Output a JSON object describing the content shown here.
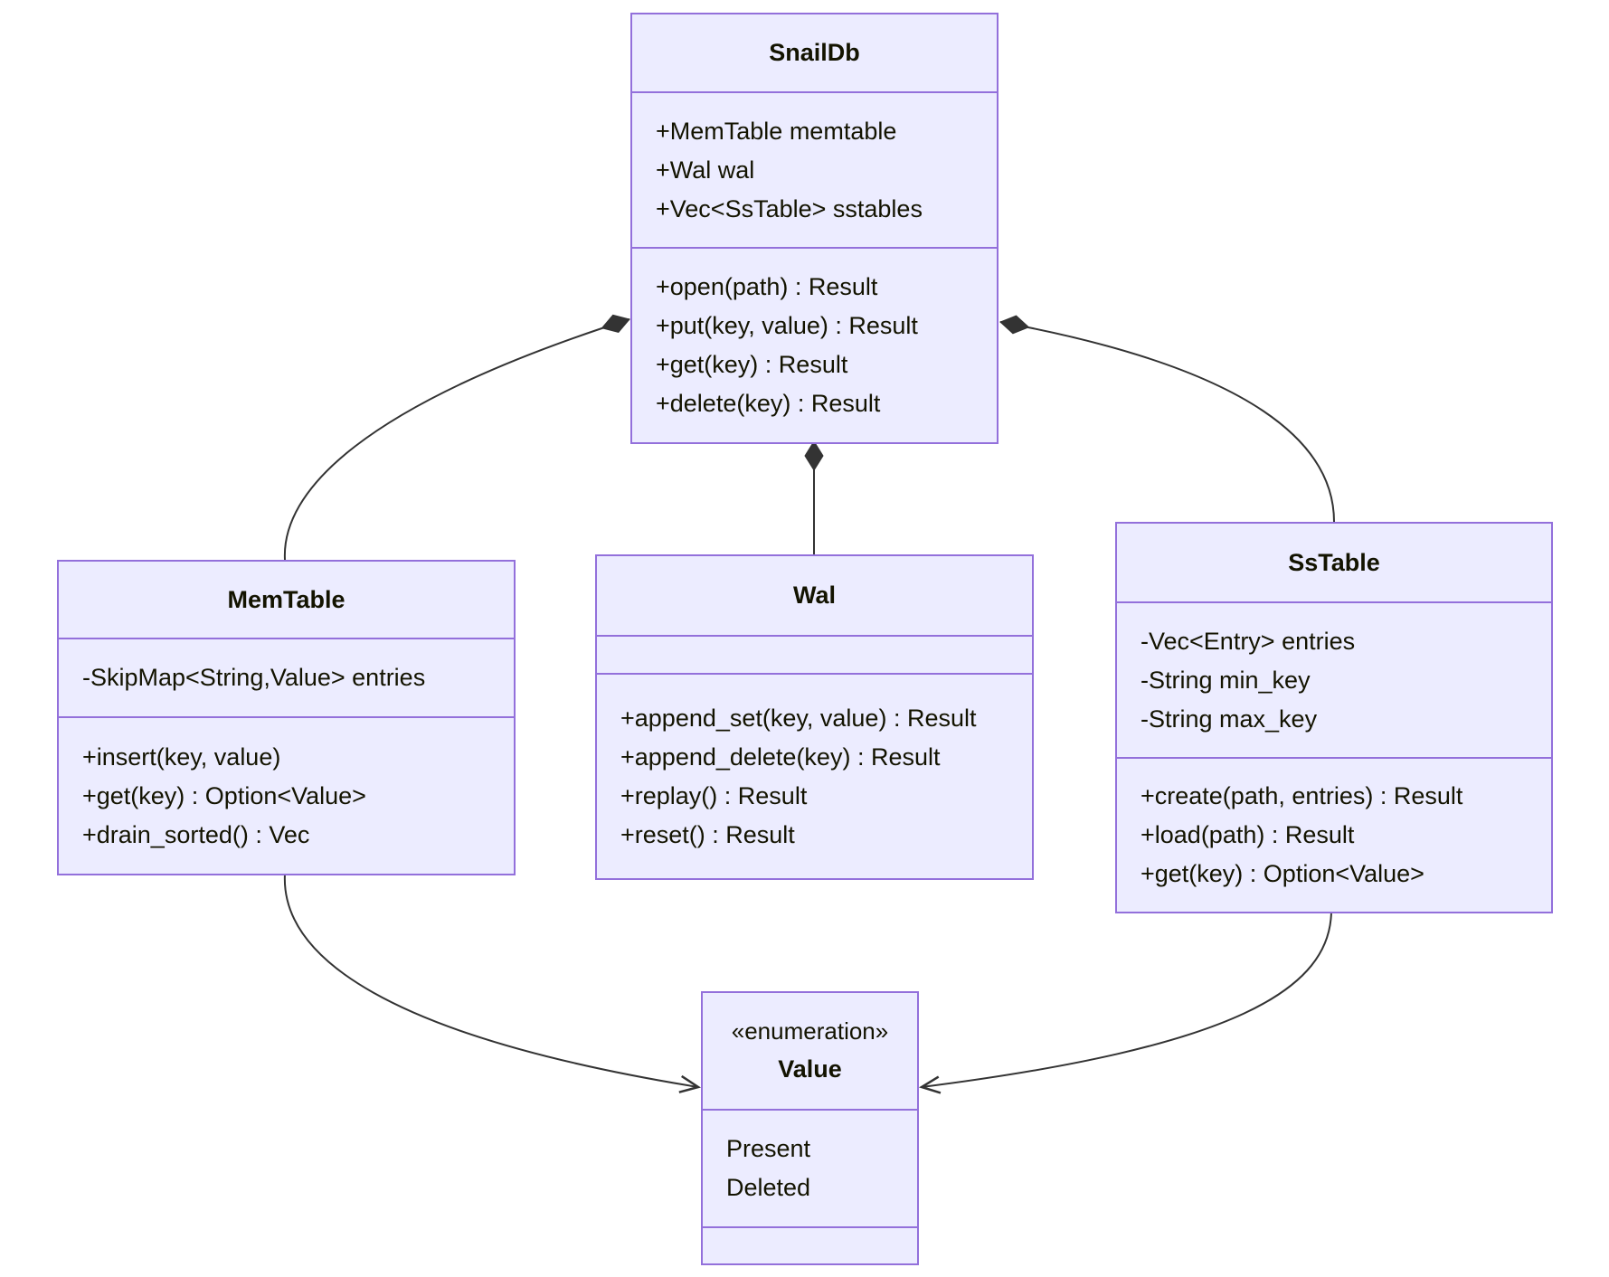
{
  "diagram": {
    "type": "uml-class-diagram",
    "classes": [
      {
        "name": "SnailDb",
        "attributes": [
          "+MemTable memtable",
          "+Wal wal",
          "+Vec<SsTable> sstables"
        ],
        "methods": [
          "+open(path) : Result",
          "+put(key, value) : Result",
          "+get(key) : Result",
          "+delete(key) : Result"
        ]
      },
      {
        "name": "MemTable",
        "attributes": [
          "-SkipMap<String,Value> entries"
        ],
        "methods": [
          "+insert(key, value)",
          "+get(key) : Option<Value>",
          "+drain_sorted() : Vec"
        ]
      },
      {
        "name": "Wal",
        "attributes": [],
        "methods": [
          "+append_set(key, value) : Result",
          "+append_delete(key) : Result",
          "+replay() : Result",
          "+reset() : Result"
        ]
      },
      {
        "name": "SsTable",
        "attributes": [
          "-Vec<Entry> entries",
          "-String min_key",
          "-String max_key"
        ],
        "methods": [
          "+create(path, entries) : Result",
          "+load(path) : Result",
          "+get(key) : Option<Value>"
        ]
      },
      {
        "name": "Value",
        "stereotype": "«enumeration»",
        "values": [
          "Present",
          "Deleted"
        ]
      }
    ],
    "relationships": [
      {
        "from": "SnailDb",
        "to": "MemTable",
        "type": "composition"
      },
      {
        "from": "SnailDb",
        "to": "Wal",
        "type": "composition"
      },
      {
        "from": "SnailDb",
        "to": "SsTable",
        "type": "composition"
      },
      {
        "from": "MemTable",
        "to": "Value",
        "type": "association"
      },
      {
        "from": "SsTable",
        "to": "Value",
        "type": "association"
      }
    ],
    "colors": {
      "node_fill": "#ECECFF",
      "node_border": "#9370DB",
      "edge": "#333333",
      "text": "#131300",
      "background": "#FFFFFF"
    }
  }
}
